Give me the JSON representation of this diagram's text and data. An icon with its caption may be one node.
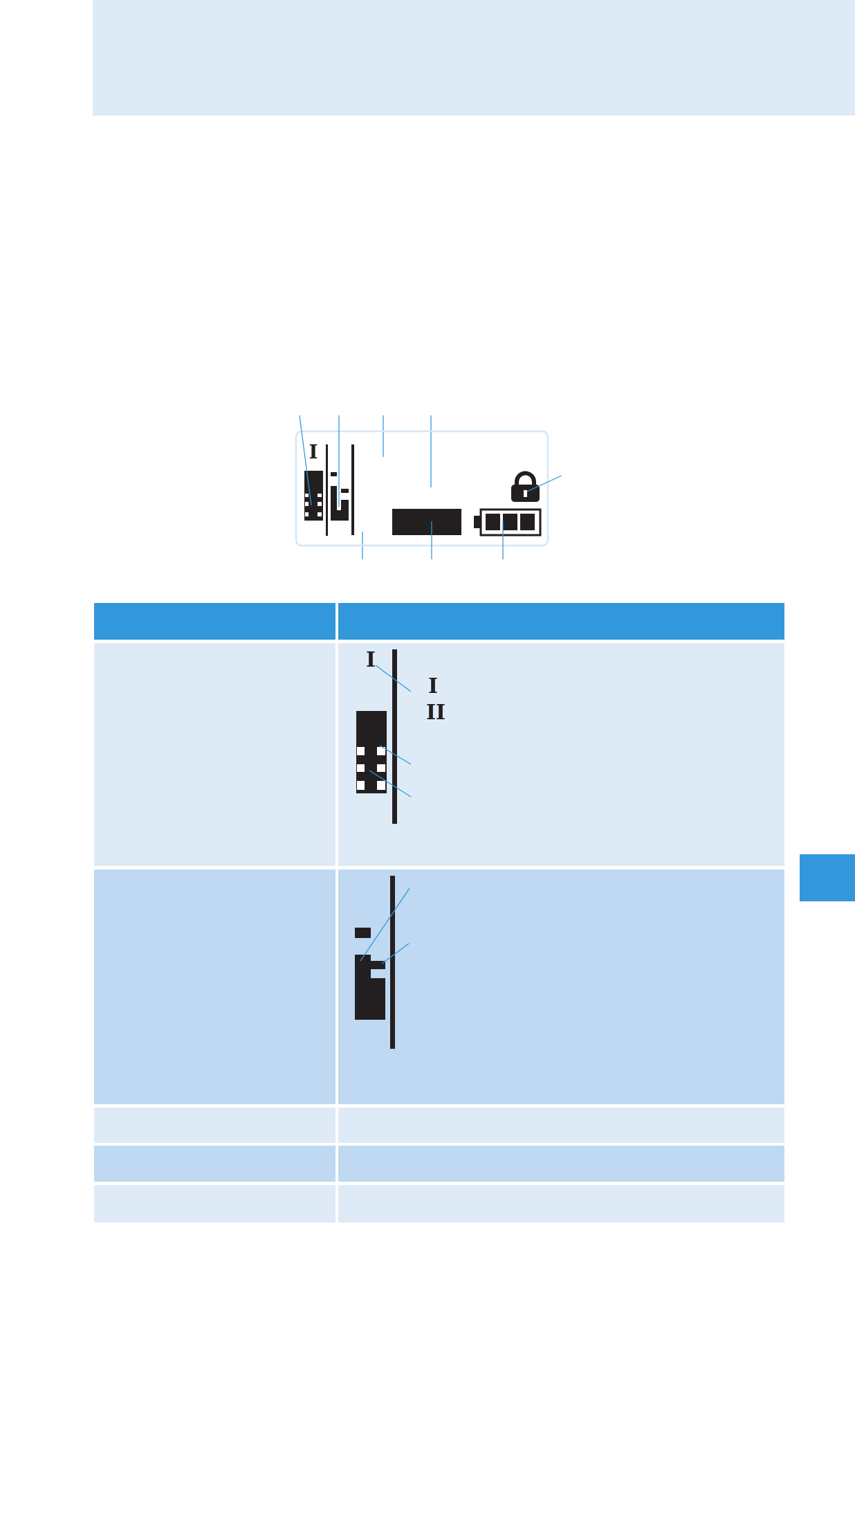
{
  "diagram": {
    "nodes": [
      {
        "text": [],
        "shape": "display"
      },
      {
        "text": [],
        "shape": "bar",
        "in": 0
      },
      {
        "text": [],
        "shape": "bar",
        "in": 0
      },
      {
        "text": [],
        "shape": "box",
        "in": 0
      },
      {
        "text": [],
        "shape": "battery",
        "in": 0
      },
      {
        "text": [],
        "shape": "lock",
        "in": 0
      },
      {
        "text": [
          "I"
        ]
      },
      {
        "text": [],
        "shape": "bar"
      },
      {
        "text": [],
        "shape": "bar"
      },
      {
        "text": [],
        "shape": "tab"
      }
    ],
    "edges": [
      {
        "from": null,
        "to": 1,
        "arrow": "none"
      },
      {
        "from": null,
        "to": 2,
        "arrow": "none"
      },
      {
        "from": null,
        "to": 5,
        "arrow": "none"
      },
      {
        "from": null,
        "to": 3,
        "arrow": "none"
      },
      {
        "from": null,
        "to": 4,
        "arrow": "none"
      },
      {
        "from": null,
        "to": 6,
        "arrow": "none"
      },
      {
        "from": null,
        "to": 7,
        "arrow": "none"
      },
      {
        "from": null,
        "to": 7,
        "arrow": "none"
      },
      {
        "from": null,
        "to": 8,
        "arrow": "none"
      },
      {
        "from": null,
        "to": 8,
        "arrow": "none"
      }
    ],
    "labels": [
      "I",
      "I",
      "II"
    ]
  }
}
